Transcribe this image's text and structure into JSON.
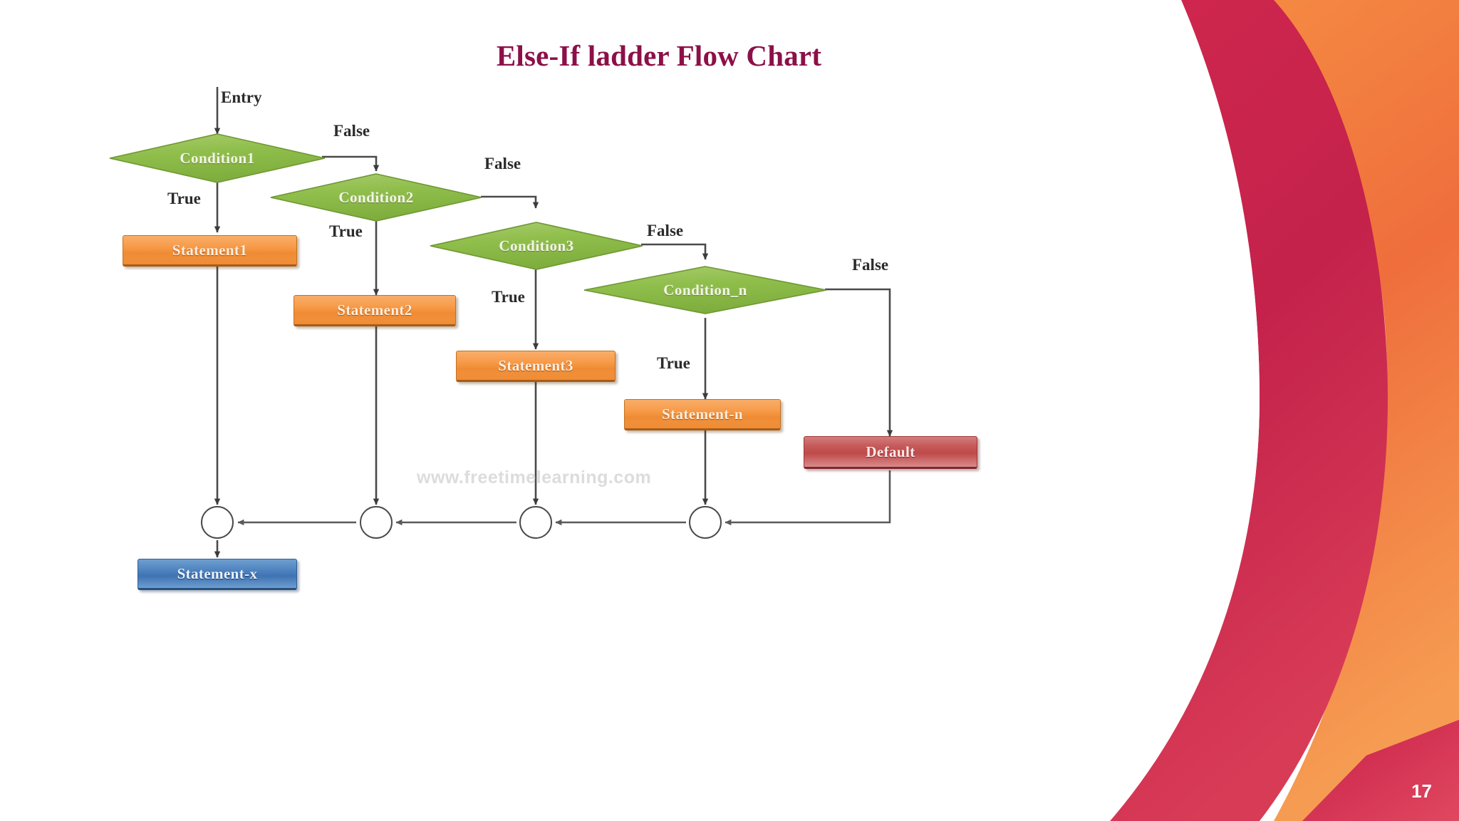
{
  "slide": {
    "title": "Else-If ladder Flow Chart",
    "page_number": "17",
    "watermark": "www.freetimelearning.com",
    "title_color": "#8C1048",
    "background": "#FFFFFF"
  },
  "chart_data": {
    "type": "diagram",
    "title": "Else-If ladder Flow Chart",
    "nodes": [
      {
        "id": "entry",
        "kind": "entry-arrow",
        "label": "Entry"
      },
      {
        "id": "condition1",
        "kind": "decision",
        "label": "Condition1",
        "color": "#8DBF4A"
      },
      {
        "id": "condition2",
        "kind": "decision",
        "label": "Condition2",
        "color": "#8DBF4A"
      },
      {
        "id": "condition3",
        "kind": "decision",
        "label": "Condition3",
        "color": "#8DBF4A"
      },
      {
        "id": "condition_n",
        "kind": "decision",
        "label": "Condition_n",
        "color": "#8DBF4A"
      },
      {
        "id": "statement1",
        "kind": "process",
        "label": "Statement1",
        "color": "#F79B49"
      },
      {
        "id": "statement2",
        "kind": "process",
        "label": "Statement2",
        "color": "#F79B49"
      },
      {
        "id": "statement3",
        "kind": "process",
        "label": "Statement3",
        "color": "#F79B49"
      },
      {
        "id": "statement_n",
        "kind": "process",
        "label": "Statement-n",
        "color": "#F79B49"
      },
      {
        "id": "default",
        "kind": "process",
        "label": "Default",
        "color": "#C65A5A"
      },
      {
        "id": "statement_x",
        "kind": "process",
        "label": "Statement-x",
        "color": "#4B80BD"
      },
      {
        "id": "merge1",
        "kind": "connector",
        "label": ""
      },
      {
        "id": "merge2",
        "kind": "connector",
        "label": ""
      },
      {
        "id": "merge3",
        "kind": "connector",
        "label": ""
      },
      {
        "id": "merge4",
        "kind": "connector",
        "label": ""
      }
    ],
    "edges": [
      {
        "from": "entry",
        "to": "condition1",
        "label": "Entry"
      },
      {
        "from": "condition1",
        "to": "statement1",
        "label": "True"
      },
      {
        "from": "condition1",
        "to": "condition2",
        "label": "False"
      },
      {
        "from": "condition2",
        "to": "statement2",
        "label": "True"
      },
      {
        "from": "condition2",
        "to": "condition3",
        "label": "False"
      },
      {
        "from": "condition3",
        "to": "statement3",
        "label": "True"
      },
      {
        "from": "condition3",
        "to": "condition_n",
        "label": "False"
      },
      {
        "from": "condition_n",
        "to": "statement_n",
        "label": "True"
      },
      {
        "from": "condition_n",
        "to": "default",
        "label": "False"
      },
      {
        "from": "statement1",
        "to": "merge1",
        "label": ""
      },
      {
        "from": "statement2",
        "to": "merge2",
        "label": ""
      },
      {
        "from": "statement3",
        "to": "merge3",
        "label": ""
      },
      {
        "from": "statement_n",
        "to": "merge4",
        "label": ""
      },
      {
        "from": "default",
        "to": "merge4",
        "label": ""
      },
      {
        "from": "merge4",
        "to": "merge3",
        "label": ""
      },
      {
        "from": "merge3",
        "to": "merge2",
        "label": ""
      },
      {
        "from": "merge2",
        "to": "merge1",
        "label": ""
      },
      {
        "from": "merge1",
        "to": "statement_x",
        "label": ""
      }
    ]
  },
  "labels": {
    "entry": "Entry",
    "true_1": "True",
    "true_2": "True",
    "true_3": "True",
    "true_n": "True",
    "false_1": "False",
    "false_2": "False",
    "false_3": "False",
    "false_n": "False"
  },
  "nodes": {
    "condition1": "Condition1",
    "condition2": "Condition2",
    "condition3": "Condition3",
    "condition_n": "Condition_n",
    "statement1": "Statement1",
    "statement2": "Statement2",
    "statement3": "Statement3",
    "statement_n": "Statement-n",
    "default": "Default",
    "statement_x": "Statement-x"
  }
}
